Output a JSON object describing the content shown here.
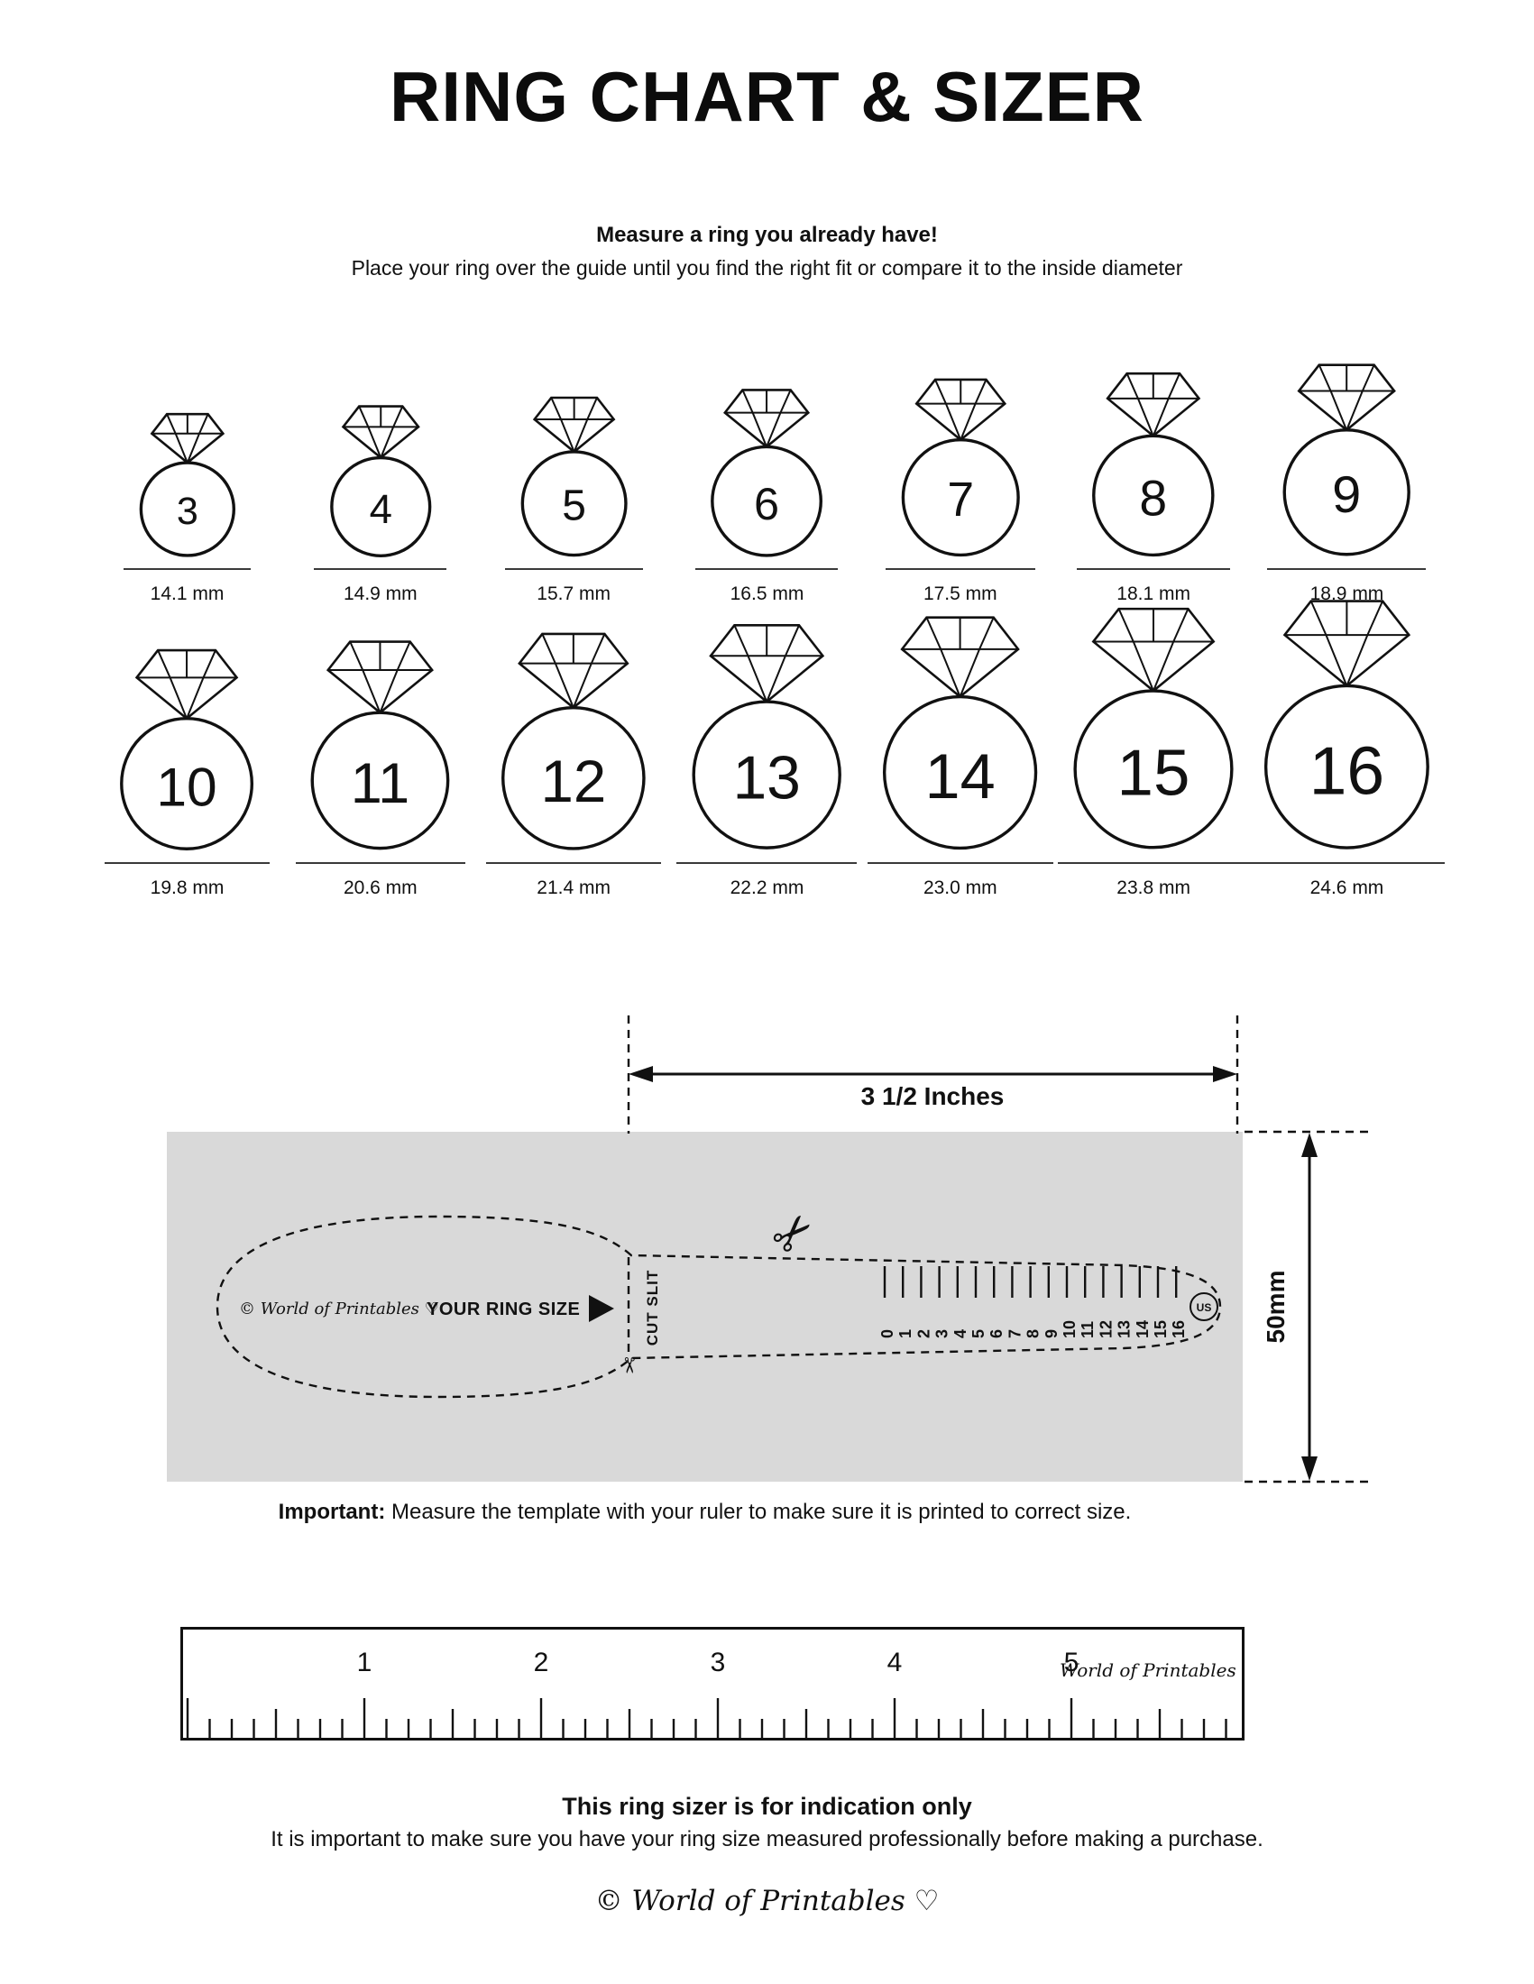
{
  "page_title": "RING CHART & SIZER",
  "intro": {
    "heading": "Measure a ring you already have!",
    "subheading": "Place your ring over the guide until you find the right fit or compare it to the inside diameter"
  },
  "ring_chart": {
    "rows": [
      [
        {
          "size": "3",
          "diameter_mm": 14.1,
          "label": "14.1 mm"
        },
        {
          "size": "4",
          "diameter_mm": 14.9,
          "label": "14.9 mm"
        },
        {
          "size": "5",
          "diameter_mm": 15.7,
          "label": "15.7 mm"
        },
        {
          "size": "6",
          "diameter_mm": 16.5,
          "label": "16.5 mm"
        },
        {
          "size": "7",
          "diameter_mm": 17.5,
          "label": "17.5 mm"
        },
        {
          "size": "8",
          "diameter_mm": 18.1,
          "label": "18.1 mm"
        },
        {
          "size": "9",
          "diameter_mm": 18.9,
          "label": "18.9 mm"
        }
      ],
      [
        {
          "size": "10",
          "diameter_mm": 19.8,
          "label": "19.8 mm"
        },
        {
          "size": "11",
          "diameter_mm": 20.6,
          "label": "20.6 mm"
        },
        {
          "size": "12",
          "diameter_mm": 21.4,
          "label": "21.4 mm"
        },
        {
          "size": "13",
          "diameter_mm": 22.2,
          "label": "22.2 mm"
        },
        {
          "size": "14",
          "diameter_mm": 23.0,
          "label": "23.0 mm"
        },
        {
          "size": "15",
          "diameter_mm": 23.8,
          "label": "23.8 mm"
        },
        {
          "size": "16",
          "diameter_mm": 24.6,
          "label": "24.6 mm"
        }
      ]
    ]
  },
  "sizer": {
    "width_label": "3 1/2 Inches",
    "height_label": "50mm",
    "brand": "© World of Printables ♡",
    "your_ring_size_label": "YOUR RING SIZE",
    "cut_slit_label": "CUT SLIT",
    "scale_numbers": [
      "0",
      "1",
      "2",
      "3",
      "4",
      "5",
      "6",
      "7",
      "8",
      "9",
      "10",
      "11",
      "12",
      "13",
      "14",
      "15",
      "16"
    ],
    "scale_unit": "US"
  },
  "important_note": {
    "lead": "Important:",
    "text": " Measure the template with your ruler to make sure it is printed to correct size."
  },
  "ruler": {
    "inch_numbers": [
      "1",
      "2",
      "3",
      "4",
      "5"
    ],
    "brand": "World of Printables ♡"
  },
  "footer": {
    "heading": "This ring sizer is for indication only",
    "text": "It is important to make sure you have your ring size measured professionally before making a purchase.",
    "logo": "© World of Printables ♡"
  }
}
